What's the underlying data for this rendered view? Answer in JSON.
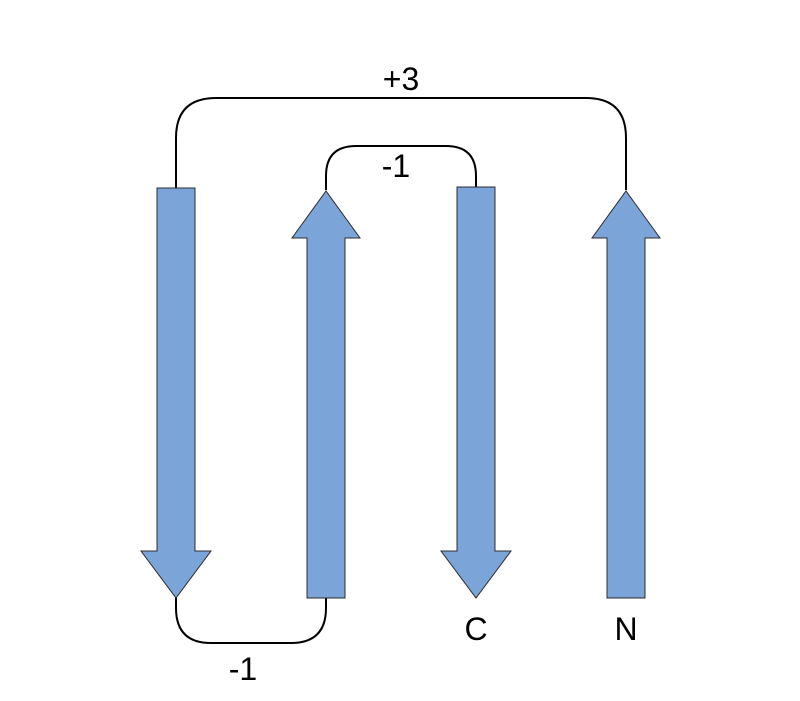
{
  "colors": {
    "strand_fill": "#7BA5D9",
    "strand_outline": "#2b2b2b",
    "connector": "#000000",
    "background": "#ffffff"
  },
  "strands": [
    {
      "name": "strand-1",
      "direction": "down"
    },
    {
      "name": "strand-2",
      "direction": "up"
    },
    {
      "name": "strand-3",
      "direction": "down"
    },
    {
      "name": "strand-4",
      "direction": "up"
    }
  ],
  "connections": {
    "top_outer_label": "+3",
    "top_inner_label": "-1",
    "bottom_label": "-1"
  },
  "termini": {
    "c_label": "C",
    "n_label": "N"
  }
}
